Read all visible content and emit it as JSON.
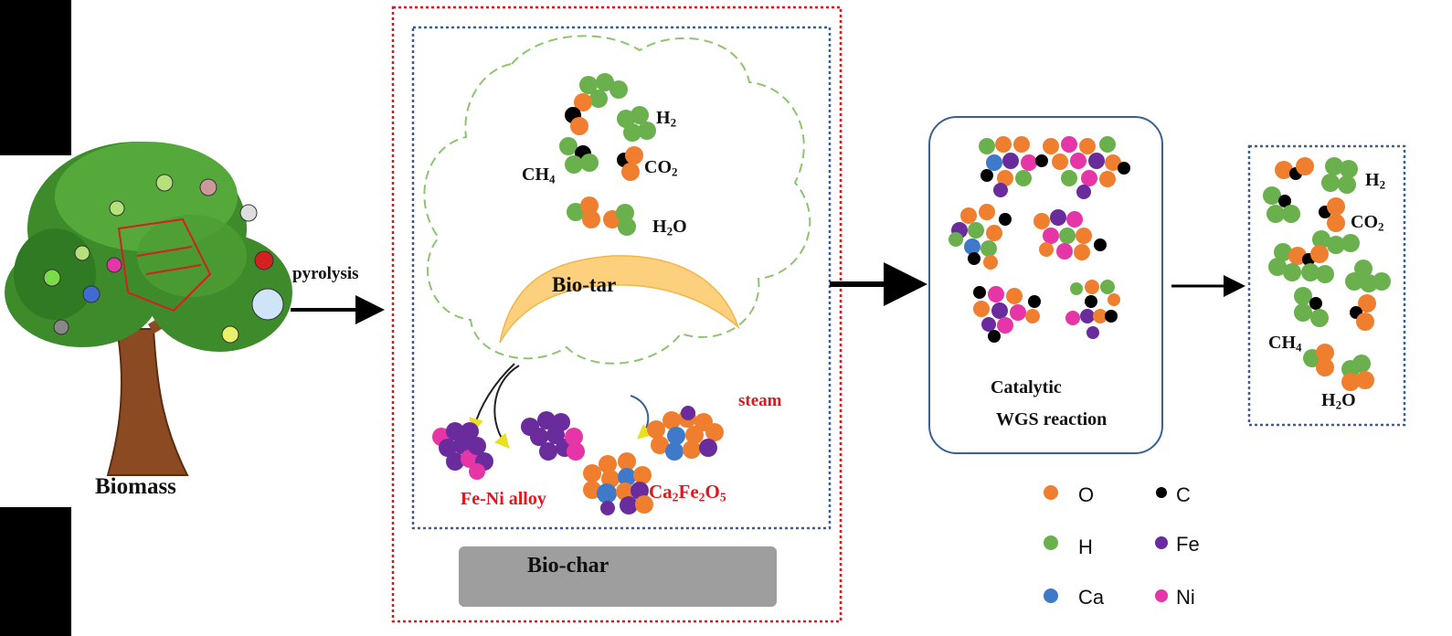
{
  "labels": {
    "biomass": "Biomass",
    "pyrolysis": "pyrolysis",
    "bio_tar": "Bio-tar",
    "bio_char": "Bio-char",
    "steam": "steam",
    "fe_ni_alloy": "Fe-Ni alloy",
    "ca2fe2o5": "Ca2Fe2O5",
    "catalytic_line1": "Catalytic",
    "catalytic_line2": "WGS reaction"
  },
  "gas_cloud": {
    "h2": "H2",
    "ch4": "CH4",
    "co2": "CO2",
    "h2o": "H2O"
  },
  "products": {
    "h2": "H2",
    "co2": "CO2",
    "ch4": "CH4",
    "h2o": "H2O"
  },
  "legend": [
    {
      "symbol": "O",
      "color": "#ef7f2f"
    },
    {
      "symbol": "C",
      "color": "#000000"
    },
    {
      "symbol": "H",
      "color": "#6ab04c"
    },
    {
      "symbol": "Fe",
      "color": "#6a2c9c"
    },
    {
      "symbol": "Ca",
      "color": "#3f79c9"
    },
    {
      "symbol": "Ni",
      "color": "#e535a6"
    }
  ]
}
